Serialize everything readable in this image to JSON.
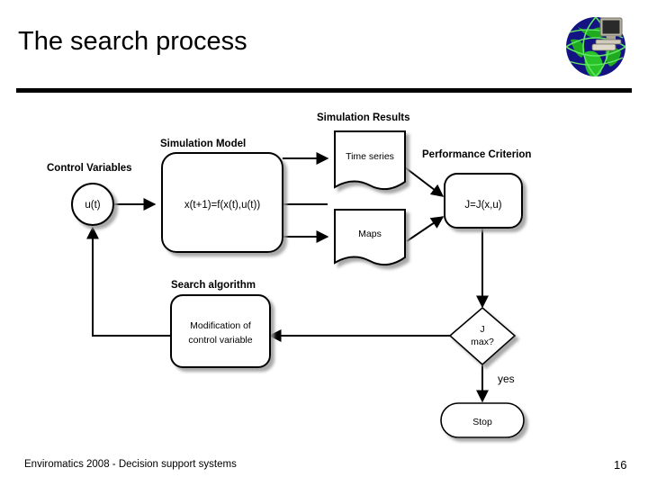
{
  "slide": {
    "title": "The search process",
    "footer": "Enviromatics 2008 - Decision support systems",
    "page_number": "16",
    "logo_name": "globe-computer-logo",
    "colors": {
      "text": "#000000",
      "background": "#ffffff",
      "rule": "#000000",
      "globe_ocean": "#1a1a8c",
      "globe_land": "#22aa22",
      "globe_lines": "#66ee66",
      "computer_body": "#d8d4c8"
    }
  },
  "diagram": {
    "type": "flowchart",
    "group_labels": [
      {
        "id": "control-variables",
        "text": "Control Variables"
      },
      {
        "id": "simulation-model",
        "text": "Simulation Model"
      },
      {
        "id": "simulation-results",
        "text": "Simulation Results"
      },
      {
        "id": "performance-criterion",
        "text": "Performance Criterion"
      },
      {
        "id": "search-algorithm",
        "text": "Search algorithm"
      }
    ],
    "nodes": [
      {
        "id": "ut",
        "shape": "circle",
        "text": "u(t)"
      },
      {
        "id": "model",
        "shape": "rounded-rect",
        "text": "x(t+1)=f(x(t),u(t))"
      },
      {
        "id": "time-series",
        "shape": "document",
        "text": "Time series"
      },
      {
        "id": "maps",
        "shape": "document",
        "text": "Maps"
      },
      {
        "id": "criterion",
        "shape": "rounded-rect",
        "text": "J=J(x,u)"
      },
      {
        "id": "decision",
        "shape": "diamond",
        "text_line1": "J",
        "text_line2": "max?"
      },
      {
        "id": "stop",
        "shape": "terminator",
        "text": "Stop"
      },
      {
        "id": "modify",
        "shape": "rounded-rect",
        "text_line1": "Modification of",
        "text_line2": "control variable"
      }
    ],
    "edge_labels": [
      {
        "id": "yes-label",
        "text": "yes"
      }
    ]
  }
}
